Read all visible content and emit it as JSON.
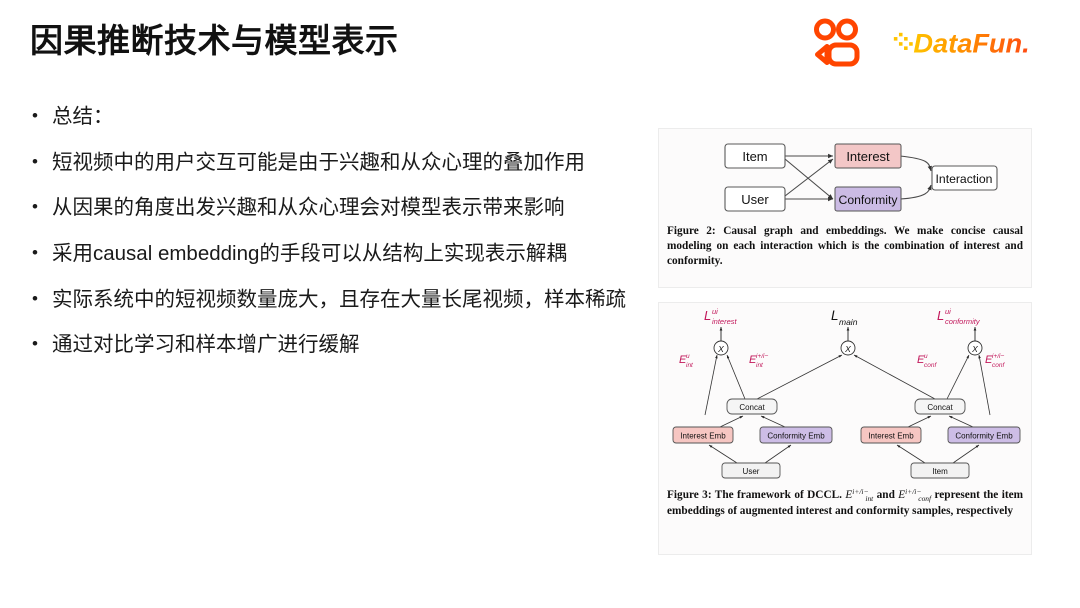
{
  "slide": {
    "title": "因果推断技术与模型表示",
    "background_color": "#ffffff"
  },
  "logos": {
    "kuaishou": {
      "name": "kuaishou-logo",
      "color": "#FF4500"
    },
    "datafun": {
      "name": "datafun-logo",
      "text": "DataFun.",
      "color_start": "#FFC400",
      "color_end": "#FF5A16"
    }
  },
  "bullets": [
    {
      "bullet": "•",
      "text": "总结："
    },
    {
      "bullet": "•",
      "text": "短视频中的用户交互可能是由于兴趣和从众心理的叠加作用"
    },
    {
      "bullet": "•",
      "text": "从因果的角度出发兴趣和从众心理会对模型表示带来影响"
    },
    {
      "bullet": "•",
      "text": "采用causal embedding的手段可以从结构上实现表示解耦"
    },
    {
      "bullet": "•",
      "text": "实际系统中的短视频数量庞大，且存在大量长尾视频，样本稀疏"
    },
    {
      "bullet": "•",
      "text": "通过对比学习和样本增广进行缓解"
    }
  ],
  "figure2": {
    "nodes": {
      "item": "Item",
      "user": "User",
      "interest": "Interest",
      "conformity": "Conformity",
      "interaction": "Interaction"
    },
    "colors": {
      "plain_fill": "#ffffff",
      "interest_fill": "#f3c7c7",
      "conformity_fill": "#cbbbe4",
      "stroke": "#5a5a5a"
    },
    "caption_prefix": "Figure 2:",
    "caption": "Causal graph and embeddings. We make concise causal modeling on each interaction which is the combination of interest and conformity."
  },
  "figure3": {
    "losses": {
      "left": {
        "base": "L",
        "sup": "ui",
        "sub": "interest",
        "color": "#c2185b"
      },
      "center": {
        "base": "L",
        "sup": "",
        "sub": "main",
        "color": "#111111"
      },
      "right": {
        "base": "L",
        "sup": "ui",
        "sub": "conformity",
        "color": "#c2185b"
      }
    },
    "embeddings": {
      "e_int_u": {
        "base": "E",
        "sup": "u",
        "sub": "int",
        "color": "#c2185b"
      },
      "e_int_ipm": {
        "base": "E",
        "sup": "i+/i−",
        "sub": "int",
        "color": "#c2185b"
      },
      "e_conf_u": {
        "base": "E",
        "sup": "u",
        "sub": "conf",
        "color": "#c2185b"
      },
      "e_conf_ipm": {
        "base": "E",
        "sup": "i+/i−",
        "sub": "conf",
        "color": "#c2185b"
      }
    },
    "nodes": {
      "concat": "Concat",
      "interest_emb": "Interest Emb",
      "conformity_emb": "Conformity Emb",
      "user": "User",
      "item": "Item",
      "operator": "X"
    },
    "colors": {
      "interest_fill": "#f6c6c2",
      "conformity_fill": "#cdbde6",
      "plain_fill": "#f2f2f2",
      "stroke": "#555555"
    },
    "caption_prefix": "Figure 3:",
    "caption_part1": "The framework of DCCL.",
    "caption_and": "and",
    "caption_part2": "represent the item embeddings of augmented interest and conformity samples, respectively"
  }
}
